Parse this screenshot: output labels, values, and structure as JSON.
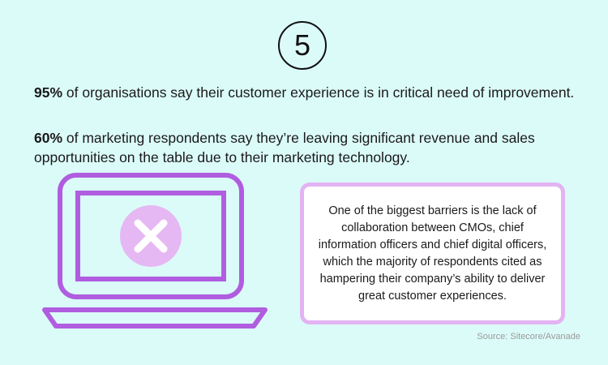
{
  "step": {
    "number": "5"
  },
  "stats": [
    {
      "highlight": "95%",
      "text": " of organisations say their customer experience is in critical need of improvement."
    },
    {
      "highlight": "60%",
      "text": " of marketing respondents say they’re leaving significant revenue and sales opportunities on the table due to their marketing technology."
    }
  ],
  "quote": {
    "text": "One of the biggest barriers is the lack of collaboration between CMOs, chief information officers and chief digital officers, which the majority of respondents cited as hampering their company’s ability to deliver great customer experiences."
  },
  "source": {
    "text": "Source: Sitecore/Avanade"
  },
  "colors": {
    "background": "#dbfbf8",
    "laptop_stroke": "#b05de0",
    "x_circle": "#e6b8f3",
    "quote_border": "#e3b3f3"
  },
  "icons": {
    "illustration": "laptop-icon",
    "error": "x-circle-icon"
  }
}
